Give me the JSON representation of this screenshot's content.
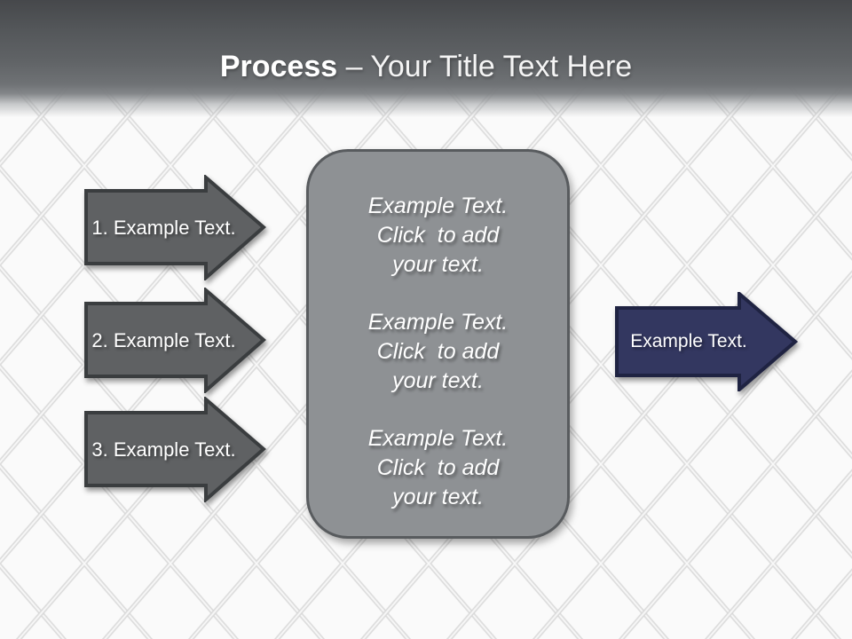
{
  "header": {
    "title_bold": "Process",
    "title_rest": " – Your Title Text Here"
  },
  "steps": [
    {
      "label": "1. Example Text."
    },
    {
      "label": "2. Example Text."
    },
    {
      "label": "3. Example Text."
    }
  ],
  "panel": {
    "blocks": [
      {
        "lines": [
          "Example Text.",
          "Click  to add",
          "your text."
        ]
      },
      {
        "lines": [
          "Example Text.",
          "Click  to add",
          "your text."
        ]
      },
      {
        "lines": [
          "Example Text.",
          "Click  to add",
          "your text."
        ]
      }
    ]
  },
  "result": {
    "label": "Example Text."
  },
  "colors": {
    "header_top": "#46484b",
    "header_bottom": "#7e8184",
    "step_arrow_fill": "#5f6163",
    "step_arrow_border": "#3a3d3f",
    "result_arrow_fill": "#333760",
    "result_arrow_border": "#1f2342",
    "panel_fill": "#8e9194",
    "panel_border": "#585b5e",
    "background": "#fafafa",
    "fence_wire": "#d6d6d6",
    "text": "#ffffff"
  }
}
